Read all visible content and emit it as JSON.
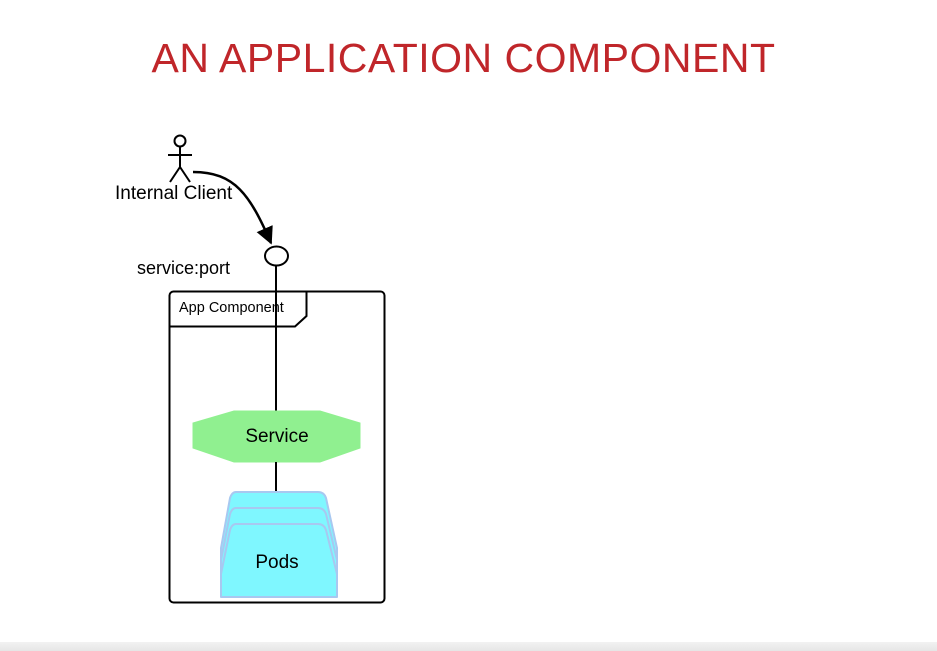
{
  "slide": {
    "title": "AN APPLICATION COMPONENT"
  },
  "diagram": {
    "actor_label": "Internal Client",
    "port_label": "service:port",
    "component_label": "App Component",
    "service_label": "Service",
    "pods_label": "Pods",
    "icons": {
      "actor": "stick-figure-icon",
      "port": "interface-circle-icon",
      "arrow": "arrow-head-icon"
    },
    "colors": {
      "title": "#c0262a",
      "service_fill": "#90f090",
      "pods_fill": "#7ff7ff",
      "pods_stroke": "#a8c8f0",
      "line": "#000000"
    }
  }
}
